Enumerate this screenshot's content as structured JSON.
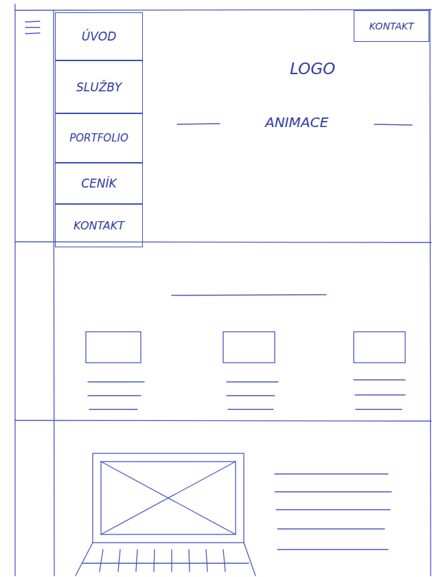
{
  "diagram": {
    "nodes": [
      {
        "text": [
          "ÚVOD"
        ]
      },
      {
        "text": [
          "SLUŽBY"
        ]
      },
      {
        "text": [
          "PORTFOLIO"
        ]
      },
      {
        "text": [
          "CENÍK"
        ]
      },
      {
        "text": [
          "KONTAKT"
        ]
      },
      {
        "text": [
          "KONTAKT"
        ]
      }
    ],
    "labels": [
      "LOGO",
      "ANIMACE"
    ]
  }
}
